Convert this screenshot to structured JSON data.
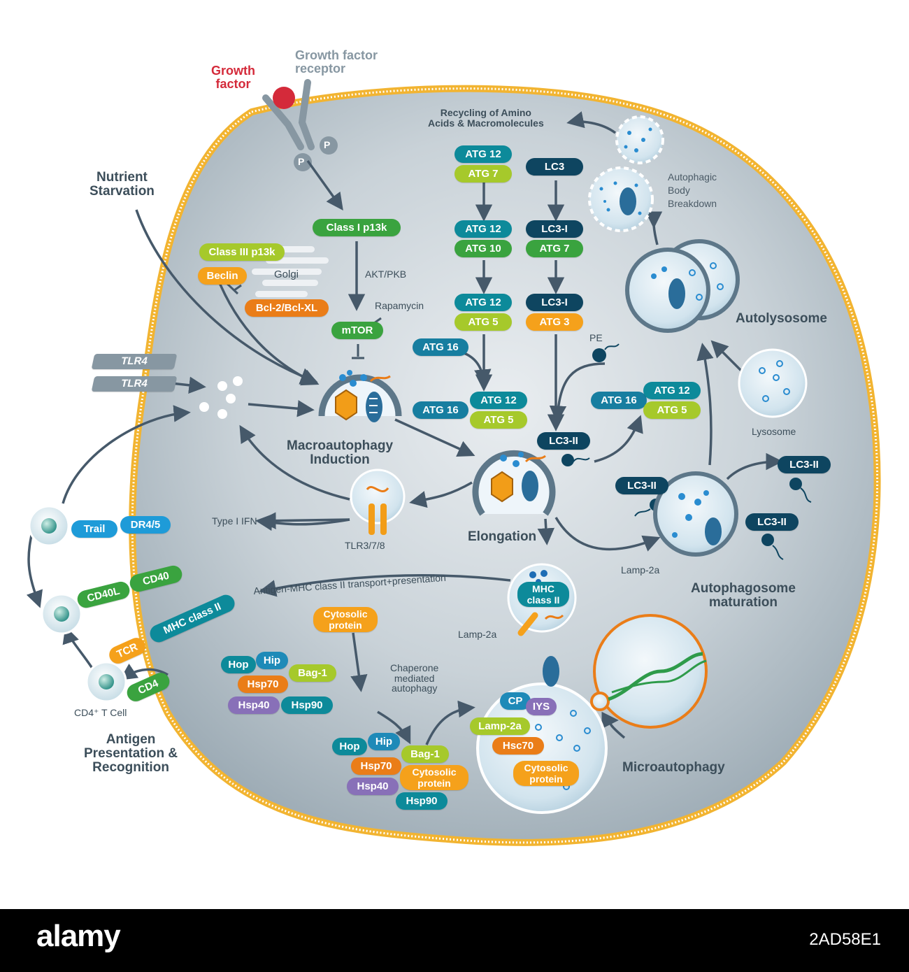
{
  "labels": {
    "growth_factor": "Growth\nfactor",
    "growth_factor_receptor": "Growth factor\nreceptor",
    "p1": "P",
    "p2": "P",
    "recycling": "Recycling of Amino\nAcids & Macromolecules",
    "autophagic_body": "Autophagic\nBody\nBreakdown",
    "nutrient": "Nutrient\nStarvation",
    "golgi": "Golgi",
    "akt": "AKT/PKB",
    "rapamycin": "Rapamycin",
    "pe": "PE",
    "autolysosome": "Autolysosome",
    "lysosome": "Lysosome",
    "macro": "Macroautophagy\nInduction",
    "elongation": "Elongation",
    "type1ifn": "Type I IFN",
    "tlr378": "TLR3/7/8",
    "lamp2a_a": "Lamp-2a",
    "autophagosome": "Autophagosome\nmaturation",
    "antigen_transport": "Antigen-MHC class II transport+presentation",
    "lamp2a_b": "Lamp-2a",
    "chaperone": "Chaperone\nmediated\nautophagy",
    "microautophagy": "Microautophagy",
    "cd4_tcell": "CD4⁺ T Cell",
    "antigen_presentation": "Antigen\nPresentation &\nRecognition"
  },
  "pills": {
    "atg12_a": "ATG 12",
    "atg7_a": "ATG 7",
    "atg12_b": "ATG 12",
    "atg10": "ATG 10",
    "atg12_c": "ATG 12",
    "atg5_a": "ATG 5",
    "atg16_a": "ATG 16",
    "atg16_b": "ATG 16",
    "atg12_d": "ATG 12",
    "atg5_b": "ATG 5",
    "atg16_c": "ATG 16",
    "atg12_e": "ATG 12",
    "atg5_c": "ATG 5",
    "lc3": "LC3",
    "lc3i_a": "LC3-I",
    "atg7_b": "ATG 7",
    "lc3i_b": "LC3-I",
    "atg3": "ATG 3",
    "lc3ii_a": "LC3-II",
    "lc3ii_b": "LC3-II",
    "lc3ii_c": "LC3-II",
    "lc3ii_d": "LC3-II",
    "class1": "Class I p13k",
    "class3": "Class III p13k",
    "beclin": "Beclin",
    "bcl2": "Bcl-2/Bcl-XL",
    "mtor": "mTOR",
    "tlr4_a": "TLR4",
    "tlr4_b": "TLR4",
    "trail": "Trail",
    "dr45": "DR4/5",
    "cd40l": "CD40L",
    "cd40": "CD40",
    "tcr": "TCR",
    "mhc2": "MHC class II",
    "cd4": "CD4",
    "cytosolic_a": "Cytosolic\nprotein",
    "mhc_class2": "MHC\nclass II",
    "hop_a": "Hop",
    "hip_a": "Hip",
    "bag1_a": "Bag-1",
    "hsp70_a": "Hsp70",
    "hsp40_a": "Hsp40",
    "hsp90_a": "Hsp90",
    "hop_b": "Hop",
    "hip_b": "Hip",
    "bag1_b": "Bag-1",
    "hsp70_b": "Hsp70",
    "cytosolic_b": "Cytosolic\nprotein",
    "hsp40_b": "Hsp40",
    "hsp90_b": "Hsp90",
    "cp": "CP",
    "iys": "IYS",
    "lamp2a_c": "Lamp-2a",
    "hsc70": "Hsc70",
    "cytosolic_c": "Cytosolic\nprotein"
  },
  "colors": {
    "membrane": "#f2b431",
    "cytoplasm": "#c3cdd3",
    "arrow": "#46596a",
    "teal": "#0d8a9a",
    "green": "#3aa33f",
    "lime": "#a6c92b",
    "navy": "#0e4560",
    "orange": "#f5a11b",
    "dark_orange": "#ea7d18",
    "purple": "#8870b8",
    "blue": "#1e9bd8",
    "red": "#d42a3a"
  },
  "footer": {
    "logo": "alamy",
    "ref": "2AD58E1"
  }
}
